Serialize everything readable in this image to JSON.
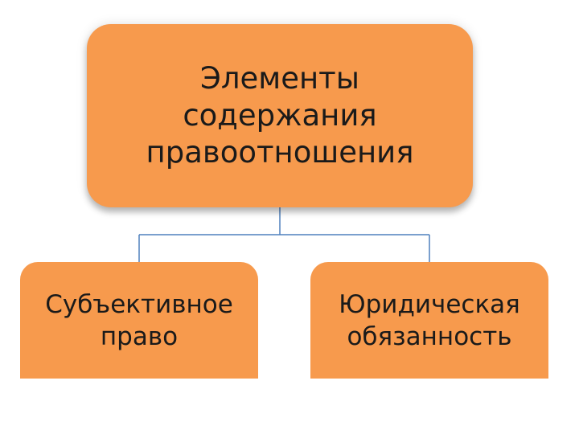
{
  "colors": {
    "node_fill": "#f79a4d",
    "connector": "#4f81bd"
  },
  "diagram": {
    "root": {
      "label": "Элементы\nсодержания\nправоотношения"
    },
    "children": [
      {
        "label": "Субъективное\nправо"
      },
      {
        "label": "Юридическая\nобязанность"
      }
    ]
  }
}
